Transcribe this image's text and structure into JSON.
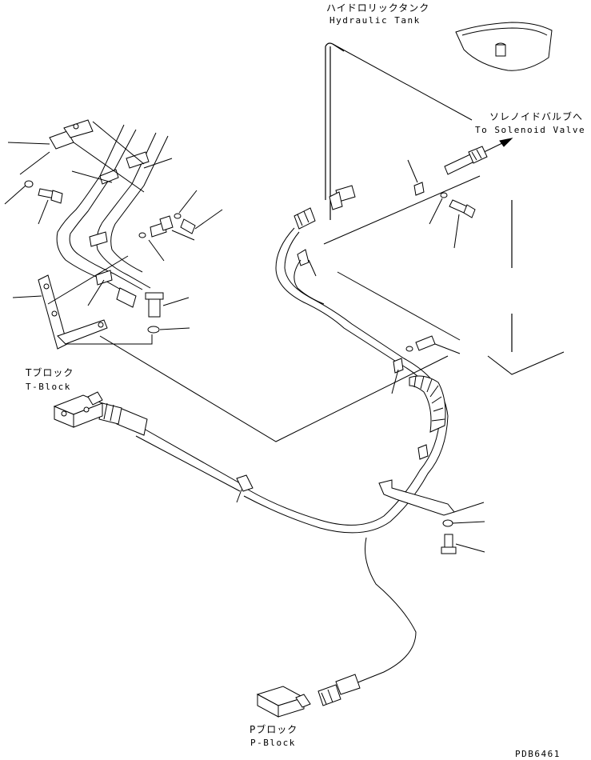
{
  "labels": {
    "hydraulic_tank_jp": "ハイドロリックタンク",
    "hydraulic_tank_en": "Hydraulic Tank",
    "solenoid_valve_jp": "ソレノイドバルブへ",
    "solenoid_valve_en": "To Solenoid Valve",
    "t_block_jp": "Tブロック",
    "t_block_en": "T-Block",
    "p_block_jp": "Pブロック",
    "p_block_en": "P-Block",
    "drawing_number": "PDB6461"
  }
}
